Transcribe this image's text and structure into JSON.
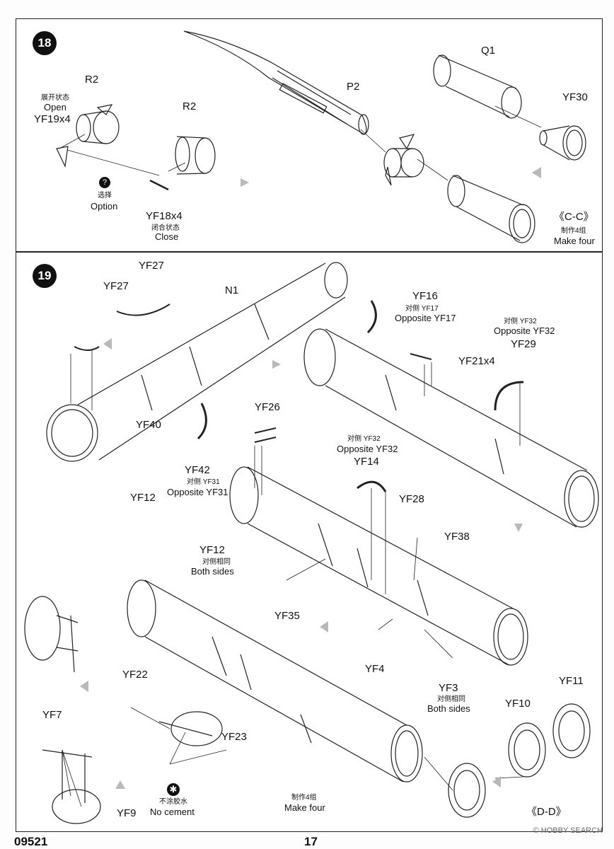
{
  "step18": {
    "number": "18",
    "labels": {
      "r2_left": "R2",
      "open_cn": "展开状态",
      "open_en": "Open",
      "yf19": "YF19x4",
      "option_cn": "选择",
      "option_en": "Option",
      "r2_right": "R2",
      "yf18": "YF18x4",
      "close_cn": "闭合状态",
      "close_en": "Close",
      "p2": "P2",
      "q1": "Q1",
      "yf30": "YF30",
      "section": "《C-C》",
      "make_four_cn": "制作4组",
      "make_four_en": "Make four"
    }
  },
  "step19": {
    "number": "19",
    "labels": {
      "yf27_top": "YF27",
      "yf27_left": "YF27",
      "n1": "N1",
      "yf16": "YF16",
      "opp17_cn": "对侧 YF17",
      "opp17_en": "Opposite YF17",
      "opp32a_cn": "对侧 YF32",
      "opp32a_en": "Opposite YF32",
      "yf29": "YF29",
      "yf21": "YF21x4",
      "yf40": "YF40",
      "yf42": "YF42",
      "opp31_cn": "对侧 YF31",
      "opp31_en": "Opposite YF31",
      "yf12_a": "YF12",
      "yf26": "YF26",
      "opp32b_cn": "对侧 YF32",
      "opp32b_en": "Opposite YF32",
      "yf14": "YF14",
      "yf28": "YF28",
      "yf38": "YF38",
      "yf12_b": "YF12",
      "both_cn_a": "对侧相同",
      "both_en_a": "Both sides",
      "yf35": "YF35",
      "yf4": "YF4",
      "yf3": "YF3",
      "both_cn_b": "对侧相同",
      "both_en_b": "Both sides",
      "yf22": "YF22",
      "yf11": "YF11",
      "yf10": "YF10",
      "yf7": "YF7",
      "yf23": "YF23",
      "no_cement_cn": "不涂胶水",
      "no_cement_en": "No cement",
      "make_four_cn": "制作4组",
      "make_four_en": "Make four",
      "yf9": "YF9",
      "section": "《D-D》"
    }
  },
  "footer": {
    "code": "09521",
    "page": "17",
    "watermark": "© HOBBY SEARCH"
  }
}
